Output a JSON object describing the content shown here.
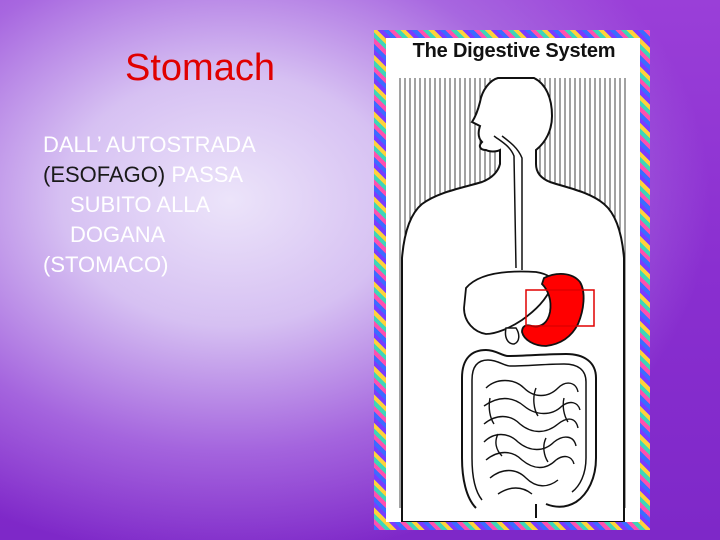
{
  "slide": {
    "title": "Stomach",
    "body": {
      "line1": "DALL’ AUTOSTRADA",
      "line2_dark": "(ESOFAGO)",
      "line2_rest": " PASSA",
      "line3": "SUBITO ALLA",
      "line4": "DOGANA",
      "line5": "(STOMACO)"
    }
  },
  "figure": {
    "title": "The Digestive System"
  },
  "colors": {
    "title": "#e00000",
    "highlight": "#ff0000",
    "background": "#8a2fd0"
  }
}
